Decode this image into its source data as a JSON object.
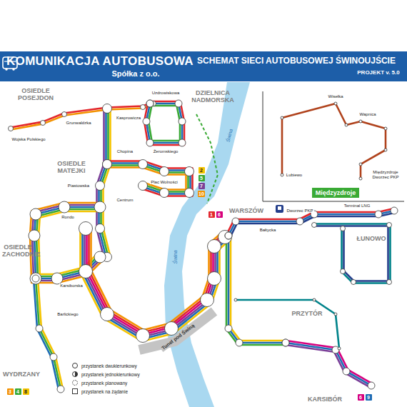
{
  "diagram": {
    "title": "SCHEMAT SIECI AUTOBUSOWEJ ŚWINOUJŚCIE",
    "nodes": [
      {
        "text": [
          "Międzyzdroje"
        ]
      },
      {
        "text": [
          "2"
        ]
      },
      {
        "text": [
          "5"
        ]
      },
      {
        "text": [
          "7"
        ]
      },
      {
        "text": [
          "10"
        ]
      },
      {
        "text": [
          "1"
        ]
      },
      {
        "text": [
          "6"
        ]
      },
      {
        "text": [
          "3"
        ]
      },
      {
        "text": [
          "4"
        ]
      },
      {
        "text": [
          "8"
        ]
      },
      {
        "text": [
          "6"
        ]
      },
      {
        "text": [
          "9"
        ]
      }
    ],
    "labels": [
      "KOMUNIKACJA AUTOBUSOWA",
      "Spółka z o.o.",
      "PROJEKT v. 5.0",
      "OSIEDLE POSEJDON",
      "DZIELNICA NADMORSKA",
      "OSIEDLE MATEJKI",
      "OSIEDLE ZACHODNIE",
      "WYDRZANY",
      "WARSZÓW",
      "ŁUNOWO",
      "PRZYTÓR",
      "KARSIBÓR",
      "Świna",
      "Świna",
      "Tunel pod Świną",
      "Wojska Polskiego",
      "Grunwaldzka",
      "Kasprowicza",
      "Uzdrowiskowa",
      "Żeromskiego",
      "Chopina",
      "Piastowska",
      "Plac Wolności",
      "Centrum",
      "Rondo",
      "Karsiborska",
      "Barlickiego",
      "Dworzec PKP",
      "Terminal LNG",
      "Bałtycka",
      "Lubiewo",
      "Wisełka",
      "Wapnica",
      "Międzyzdroje Dworzec PKP"
    ],
    "legend": [
      {
        "text": "przystanek dwukierunkowy"
      },
      {
        "text": "przystanek jednokierunkowy"
      },
      {
        "text": "przystanek planowany"
      },
      {
        "text": "przystanek na żądanie"
      }
    ]
  }
}
